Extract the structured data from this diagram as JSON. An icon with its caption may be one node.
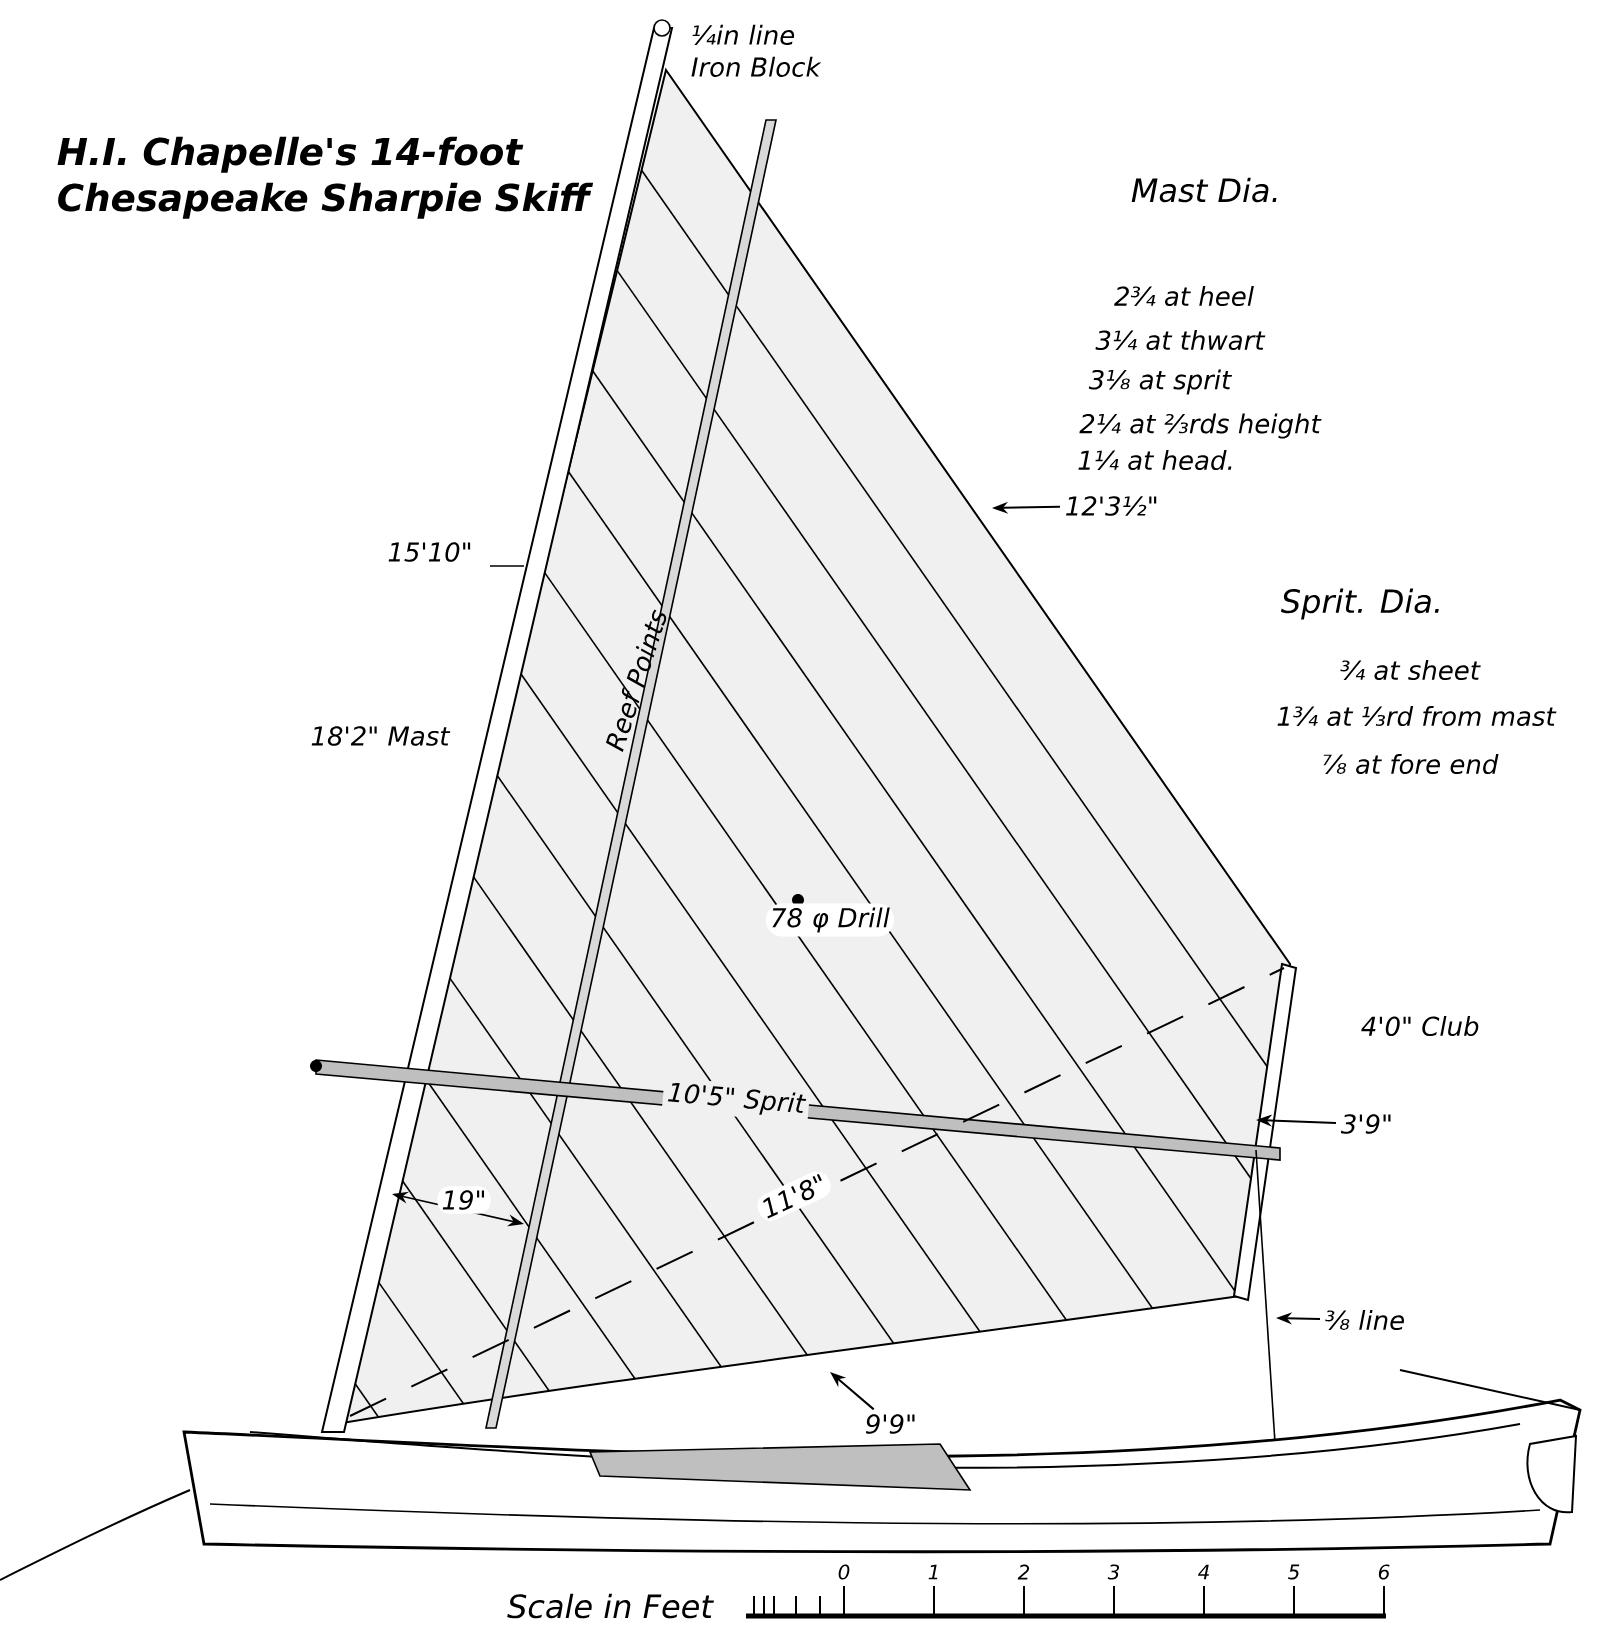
{
  "diagram": {
    "title": "H.I. Chapelle's 14-foot Chesapeake Sharpie Skiff",
    "nodes": [
      {
        "text": [
          "12'3½\""
        ]
      },
      {
        "text": [
          "3'9\""
        ]
      },
      {
        "text": [
          "⅜ line"
        ]
      },
      {
        "text": [
          "9'9\""
        ]
      }
    ],
    "edges": [
      {
        "from": 0,
        "to": null,
        "arrow": "to"
      },
      {
        "from": 1,
        "to": null,
        "arrow": "to"
      },
      {
        "from": 2,
        "to": null,
        "arrow": "to"
      },
      {
        "from": 3,
        "to": null,
        "arrow": "to"
      }
    ],
    "labels": [
      "¼in line Iron Block",
      "Mast Dia.",
      "2¾ at heel",
      "3¼ at thwart",
      "3⅛ at sprit",
      "2¼ at ⅔rds height",
      "1¼ at head.",
      "15'10\"",
      "Sprit. Dia.",
      "¾ at sheet",
      "1¾ at ⅓rd from mast",
      "⅞ at fore end",
      "18'2\" Mast",
      "Reef Points",
      "78 φ Drill",
      "4'0\" Club",
      "10'5\" Sprit",
      "11'8\"",
      "19\"",
      "Scale in Feet",
      "0",
      "1",
      "2",
      "3",
      "4",
      "5",
      "6"
    ]
  }
}
